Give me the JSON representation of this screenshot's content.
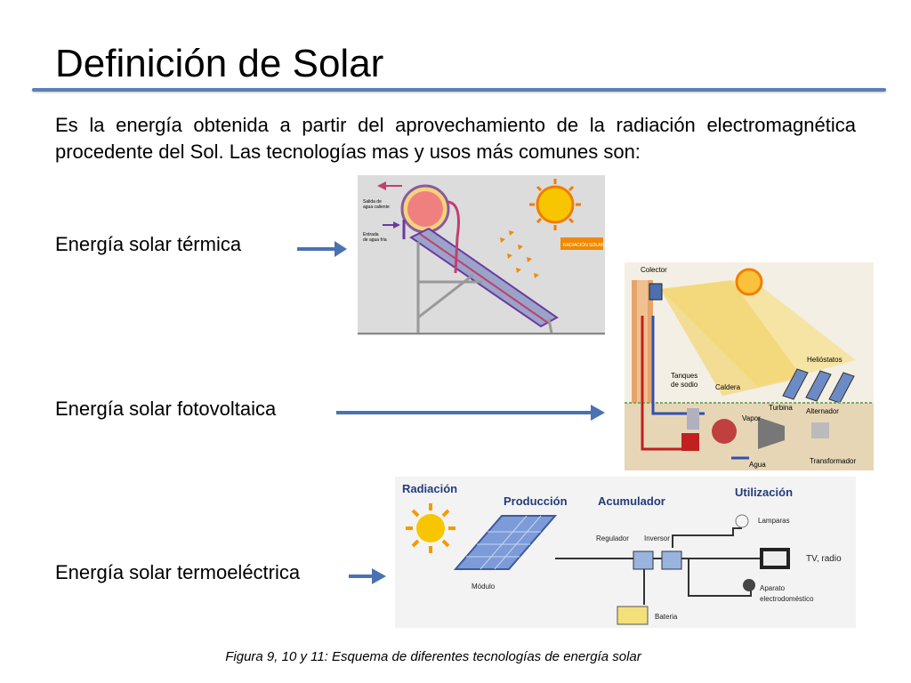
{
  "slide": {
    "title": "Definición de Solar",
    "intro": "Es la energía obtenida a partir del aprovechamiento de la radiación electromagnética procedente del Sol. Las tecnologías mas y usos más comunes son:",
    "items": [
      {
        "label": "Energía solar térmica"
      },
      {
        "label": "Energía solar fotovoltaica"
      },
      {
        "label": "Energía solar termoeléctrica"
      }
    ],
    "caption": "Figura 9, 10 y 11: Esquema de diferentes tecnologías de energía solar"
  },
  "fig_thermal": {
    "hot_out": "Salida de agua caliente",
    "hot_out_l1": "Salida de",
    "hot_out_l2": "agua caliente",
    "cold_in_l1": "Entrada",
    "cold_in_l2": "de agua fría",
    "radiation": "RADIACIÓN SOLAR"
  },
  "fig_tower": {
    "collector": "Colector",
    "heliostats": "Helióstatos",
    "tanks_l1": "Tanques",
    "tanks_l2": "de sodio",
    "boiler": "Caldera",
    "turbine": "Turbina",
    "steam": "Vapor",
    "alternator": "Alternador",
    "water": "Agua",
    "transformer": "Transformador"
  },
  "fig_pv": {
    "radiation": "Radiación",
    "production": "Producción",
    "accumulator": "Acumulador",
    "use": "Utilización",
    "regulator": "Regulador",
    "inverter": "Inversor",
    "lamps": "Lamparas",
    "tv": "TV, radio",
    "appliance_l1": "Aparato",
    "appliance_l2": "electrodoméstico",
    "module": "Módulo",
    "battery": "Bateria"
  },
  "colors": {
    "accent_rule": "#5b7fb3",
    "arrow": "#4a72b0"
  }
}
